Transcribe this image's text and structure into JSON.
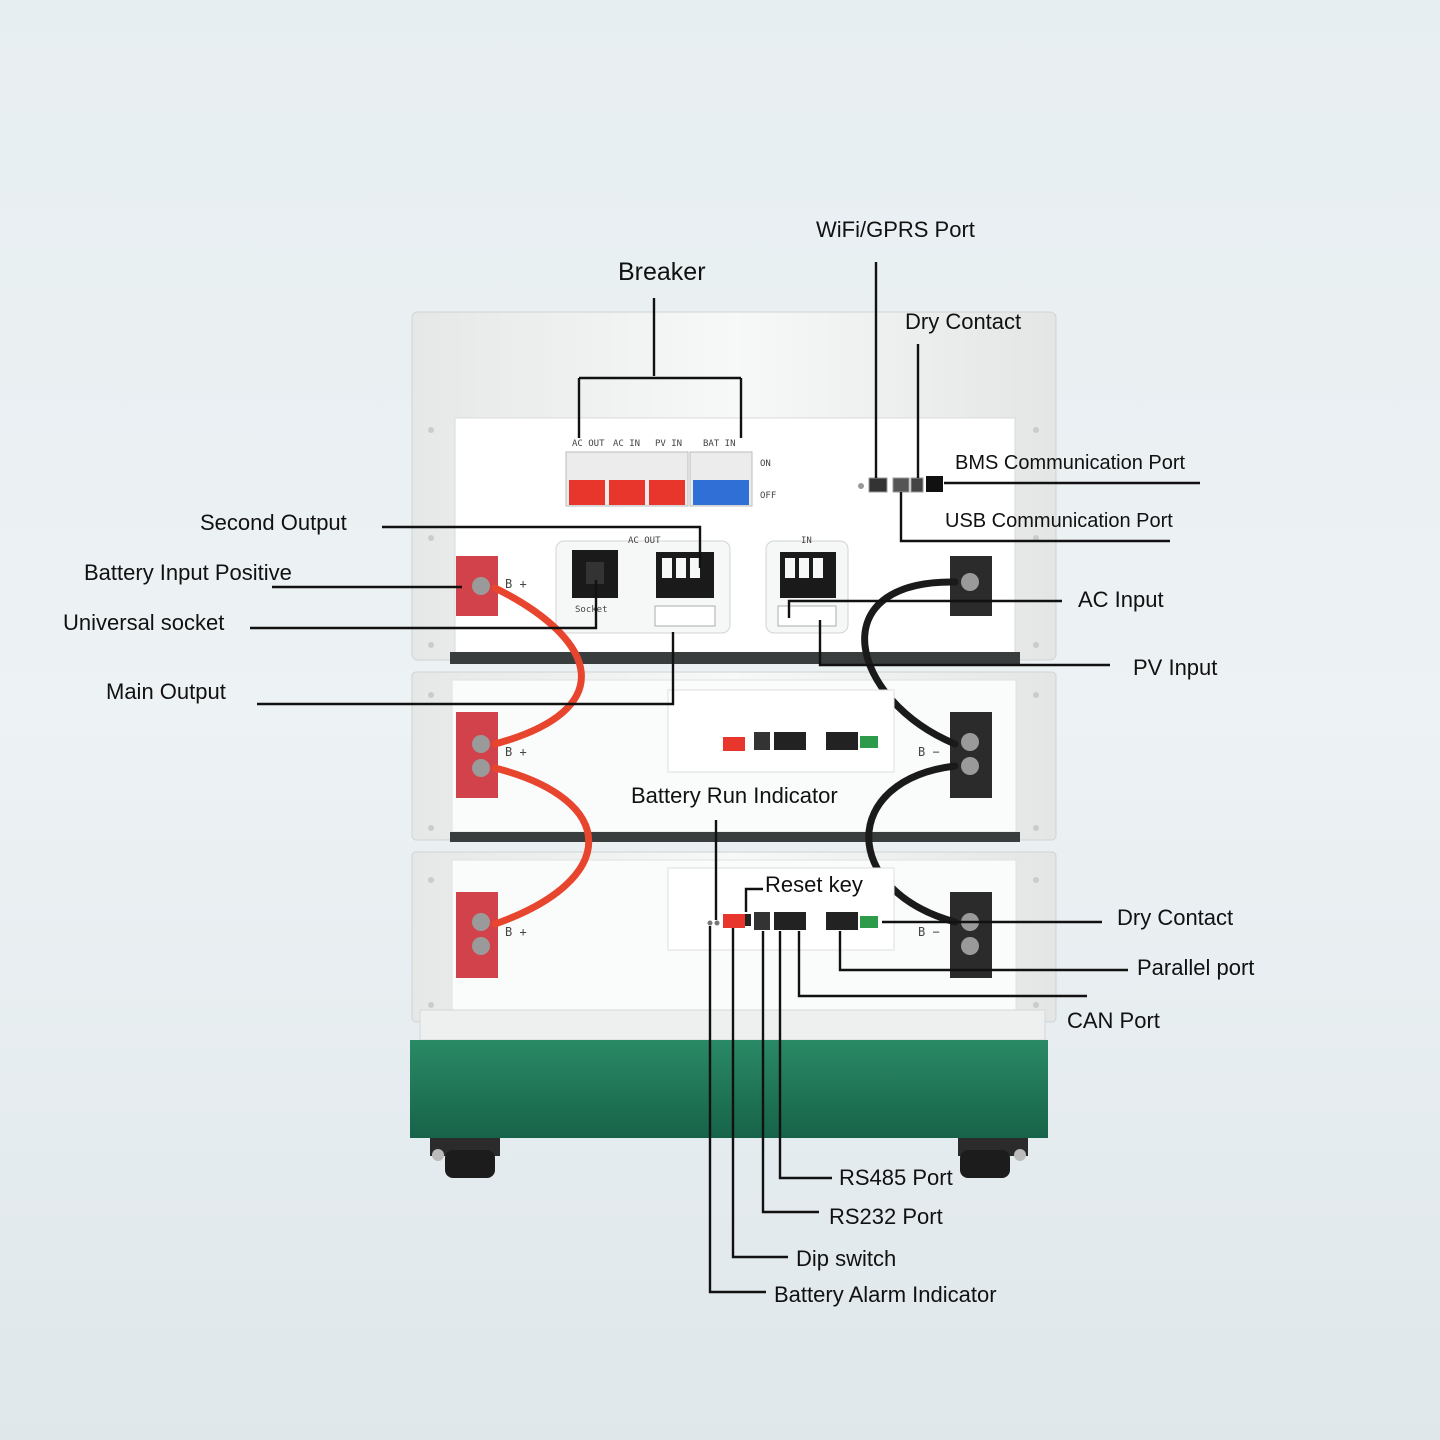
{
  "title": "",
  "labels": {
    "breaker": "Breaker",
    "wifi_gprs_port": "WiFi/GPRS Port",
    "dry_contact_top": "Dry Contact",
    "bms_communication_port": "BMS Communication Port",
    "usb_communication_port": "USB Communication Port",
    "second_output": "Second Output",
    "battery_input_positive": "Battery Input Positive",
    "universal_socket": "Universal socket",
    "main_output": "Main Output",
    "ac_input": "AC Input",
    "pv_input": "PV Input",
    "battery_run_indicator": "Battery Run Indicator",
    "reset_key": "Reset key",
    "dry_contact_bottom": "Dry Contact",
    "parallel_port": "Parallel port",
    "can_port": "CAN Port",
    "rs485_port": "RS485 Port",
    "rs232_port": "RS232 Port",
    "dip_switch": "Dip switch",
    "battery_alarm_indicator": "Battery Alarm Indicator"
  },
  "panel_text": {
    "breaker_ac_out": "AC OUT",
    "breaker_ac_in": "AC IN",
    "breaker_pv_in": "PV IN",
    "breaker_bat_in": "BAT IN",
    "on": "ON",
    "off": "OFF",
    "ac_out_box": "AC OUT",
    "in_box": "IN",
    "socket": "Socket",
    "b_plus": "B +",
    "b_minus": "B −"
  },
  "colors": {
    "cabinet": "#f4f5f5",
    "base": "#1e7a5c",
    "breaker_red": "#e8362c",
    "breaker_blue": "#2f6fd6",
    "cable_red": "#e8452e",
    "cable_black": "#1a1a1a",
    "terminal_red": "#d2424a"
  }
}
